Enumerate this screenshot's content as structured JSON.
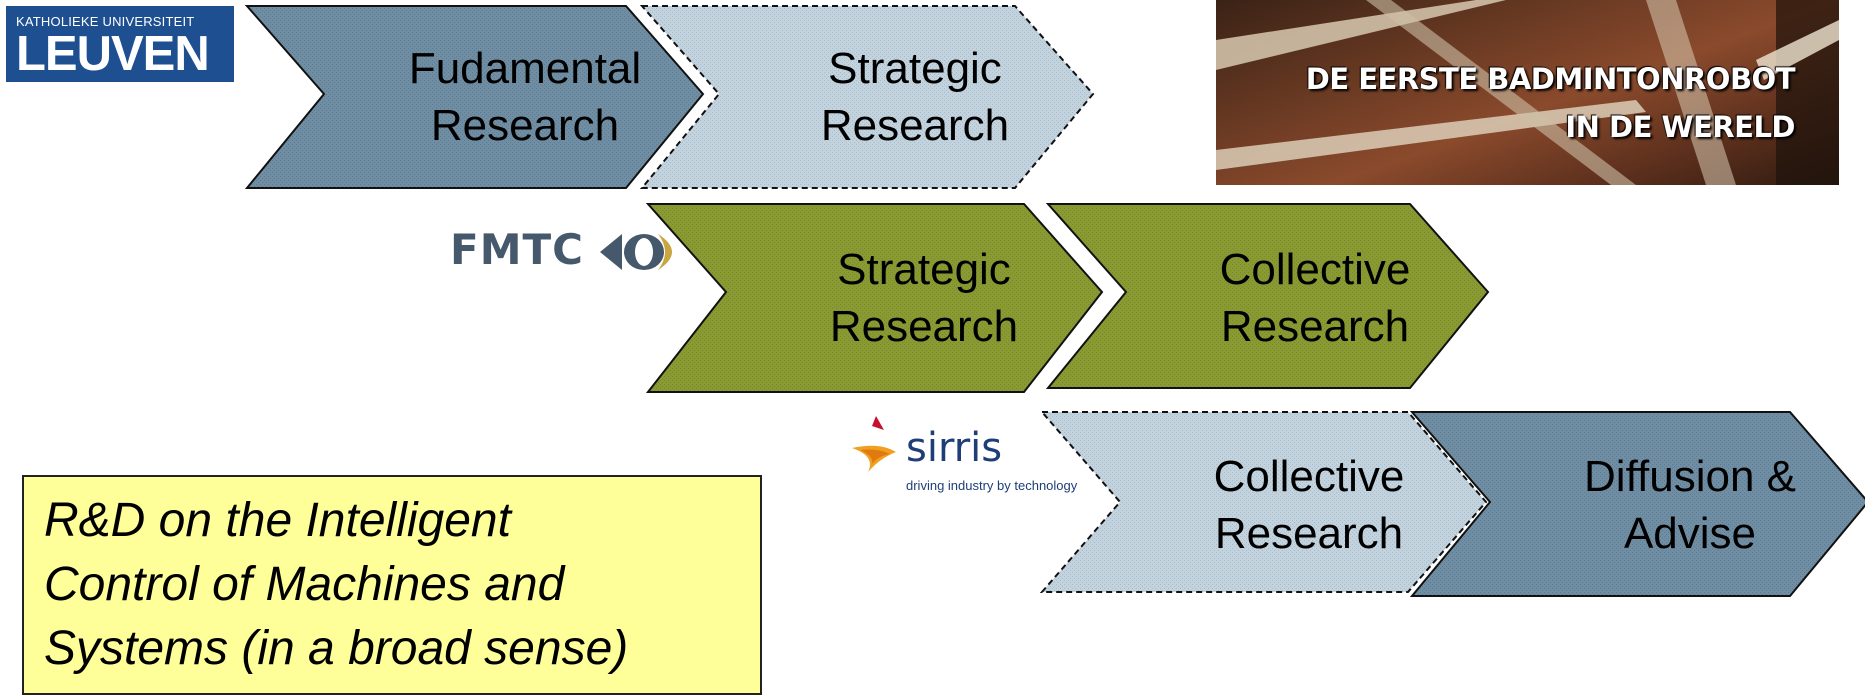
{
  "logos": {
    "kuleuven": {
      "small_text": "KATHOLIEKE UNIVERSITEIT",
      "big_text": "LEUVEN",
      "color": "#1d4f91"
    },
    "fmtc": {
      "text": "FMTC"
    },
    "sirris": {
      "name": "sirris",
      "tagline": "driving industry by technology"
    }
  },
  "video": {
    "caption_line1": "DE EERSTE BADMINTONROBOT",
    "caption_line2": "IN DE WERELD"
  },
  "rows": [
    {
      "organization": "K.U.Leuven",
      "steps": [
        {
          "line1": "Fudamental",
          "line2": "Research",
          "style": "blue-dark"
        },
        {
          "line1": "Strategic",
          "line2": "Research",
          "style": "blue-light-dashed"
        }
      ]
    },
    {
      "organization": "FMTC",
      "steps": [
        {
          "line1": "Strategic",
          "line2": "Research",
          "style": "olive"
        },
        {
          "line1": "Collective",
          "line2": "Research",
          "style": "olive"
        }
      ]
    },
    {
      "organization": "Sirris",
      "steps": [
        {
          "line1": "Collective",
          "line2": "Research",
          "style": "blue-light-dashed"
        },
        {
          "line1": "Diffusion &",
          "line2": "Advise",
          "style": "blue-dark"
        }
      ]
    }
  ],
  "note": {
    "text": "R&D on the Intelligent\nControl of Machines and\nSystems (in a broad sense)"
  },
  "colors": {
    "blue_dark": "#6f8ea3",
    "blue_light": "#c2d3de",
    "olive": "#8a9a33",
    "note_bg": "#ffff99"
  }
}
